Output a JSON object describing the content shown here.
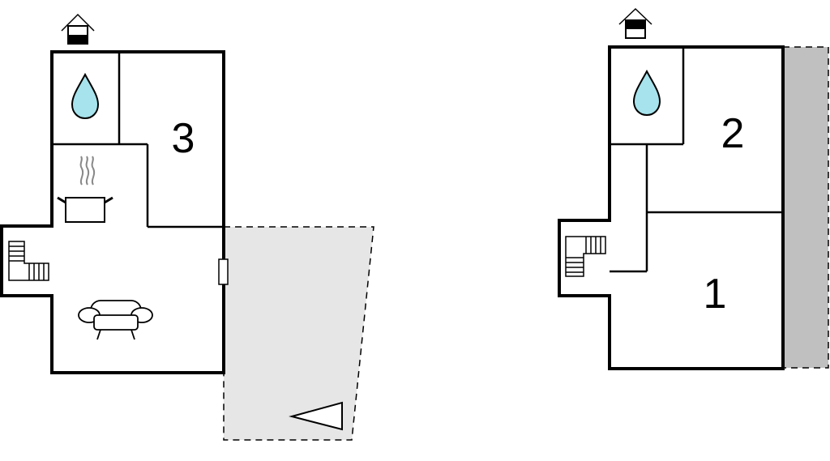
{
  "floors": [
    {
      "rooms": [
        {
          "label": "3"
        }
      ]
    },
    {
      "rooms": [
        {
          "label": "2"
        },
        {
          "label": "1"
        }
      ]
    }
  ],
  "colors": {
    "water": "#a6e3ec",
    "terrace": "#e6e6e6",
    "balcony": "#c0c0c0",
    "wall": "#000000"
  }
}
